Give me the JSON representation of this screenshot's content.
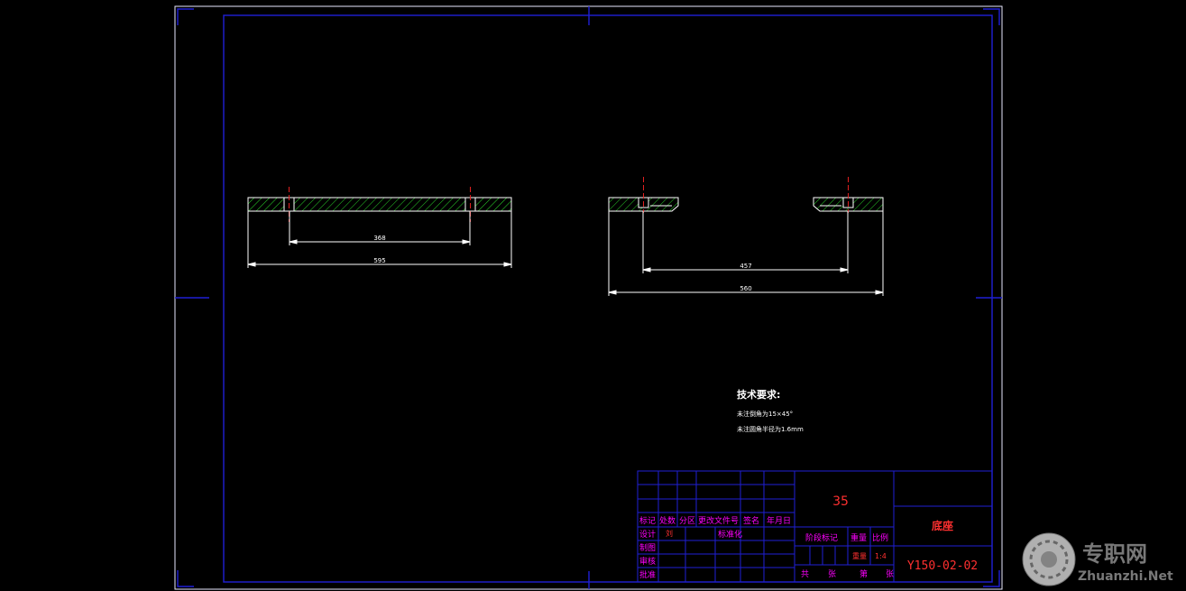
{
  "colors": {
    "background": "#000000",
    "frame": "#1f1fd6",
    "part_outline": "#ffffff",
    "hatch": "#2bd62b",
    "centerline": "#e02020",
    "dimension": "#ffffff",
    "title_block_text": "#ff00ff",
    "title_block_red": "#ff3030",
    "note_text": "#ffffff"
  },
  "views": {
    "left": {
      "dim_inner": "368",
      "dim_outer": "595"
    },
    "right": {
      "dim_inner": "457",
      "dim_outer": "560"
    }
  },
  "notes": {
    "title": "技术要求:",
    "lines": [
      "未注倒角为15×45°",
      "未注圆角半径为1.6mm"
    ]
  },
  "title_block": {
    "material": "35",
    "part_name": "底座",
    "drawing_number": "Y150-02-02",
    "header_labels": [
      "标记",
      "处数",
      "分区",
      "更改文件号",
      "签名",
      "年月日"
    ],
    "row_labels": [
      "设计",
      "制图",
      "审核",
      "批准"
    ],
    "design_sub": "刘",
    "standardization": "标准化",
    "stage_mark": "阶段标记",
    "weight_label": "重量",
    "scale_label": "比例",
    "weight_value": "重量",
    "scale_value": "1:4",
    "sheets_total_label": "共",
    "sheets_label_1": "张",
    "sheet_no_label": "第",
    "sheets_label_2": "张"
  },
  "watermark": {
    "name": "专职网",
    "url": "Zhuanzhi.Net"
  }
}
